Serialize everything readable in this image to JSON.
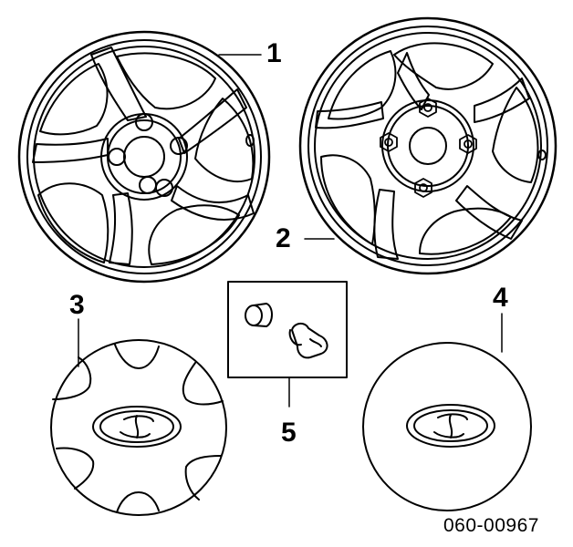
{
  "callouts": {
    "wheel_alloy": "1",
    "wheel_steel": "2",
    "wheel_cover_vented": "3",
    "center_cap": "4",
    "parts_kit": "5"
  },
  "figure_number": "060-00967",
  "colors": {
    "line": "#000000",
    "background": "#ffffff"
  }
}
